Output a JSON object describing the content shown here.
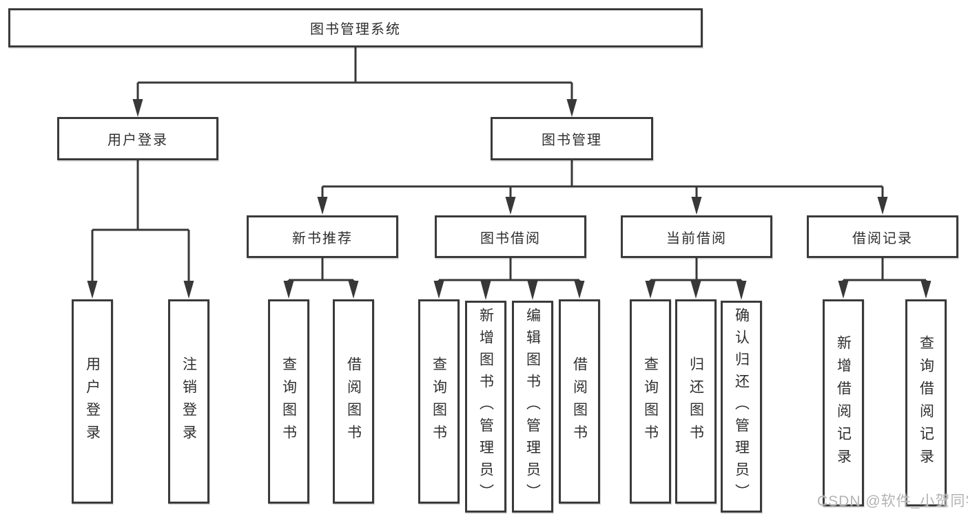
{
  "watermark": "CSDN @软件_小贺同学",
  "colors": {
    "line": "#383838",
    "box_border": "#3a3a3a",
    "box_background": "#ffffff",
    "text": "#2f2f2f",
    "watermark": "#b3b3b3"
  },
  "nodes": {
    "root": {
      "label": "图书管理系统"
    },
    "user_login": {
      "label": "用户登录"
    },
    "book_mgmt": {
      "label": "图书管理"
    },
    "new_book_rec": {
      "label": "新书推荐"
    },
    "book_borrow": {
      "label": "图书借阅"
    },
    "current_borrow": {
      "label": "当前借阅"
    },
    "borrow_records": {
      "label": "借阅记录"
    },
    "leaves": {
      "user_login": [
        "用户登录",
        "注销登录"
      ],
      "new_book_rec": [
        "查询图书",
        "借阅图书"
      ],
      "book_borrow": [
        "查询图书",
        "新增图书（管理员）",
        "编辑图书（管理员）",
        "借阅图书"
      ],
      "current_borrow": [
        "查询图书",
        "归还图书",
        "确认归还（管理员）"
      ],
      "borrow_records": [
        "新增借阅记录",
        "查询借阅记录"
      ]
    }
  }
}
